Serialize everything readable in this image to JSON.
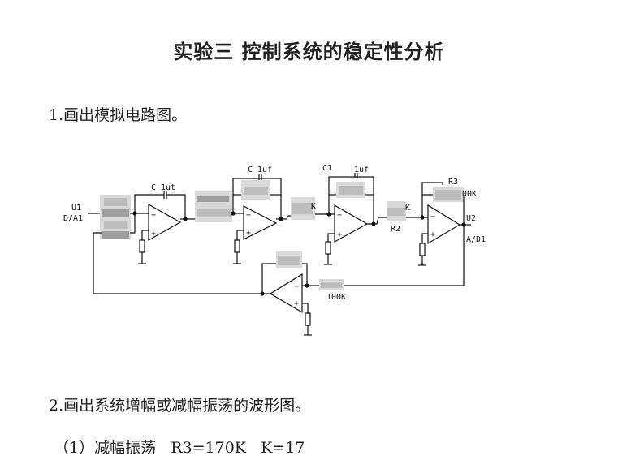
{
  "document": {
    "title": "实验三  控制系统的稳定性分析",
    "section1": "1.画出模拟电路图。",
    "section2": "2.画出系统增幅或减幅振荡的波形图。",
    "subsection1": "（1）减幅振荡   R3=170K   K=17"
  },
  "circuit": {
    "labels": {
      "input_name": "U1",
      "input_port": "D/A1",
      "cap1": "C 1ut",
      "cap2": "C 1uf",
      "cap3_name": "C1",
      "cap3_value": "1uf",
      "r_k2": "K",
      "r_k3": "K",
      "r2": "R2",
      "r3": "R3",
      "r3_value": "00K",
      "output_name": "U2",
      "output_port": "A/D1",
      "feedback_r": "100K",
      "minus": "−",
      "plus": "+"
    }
  }
}
